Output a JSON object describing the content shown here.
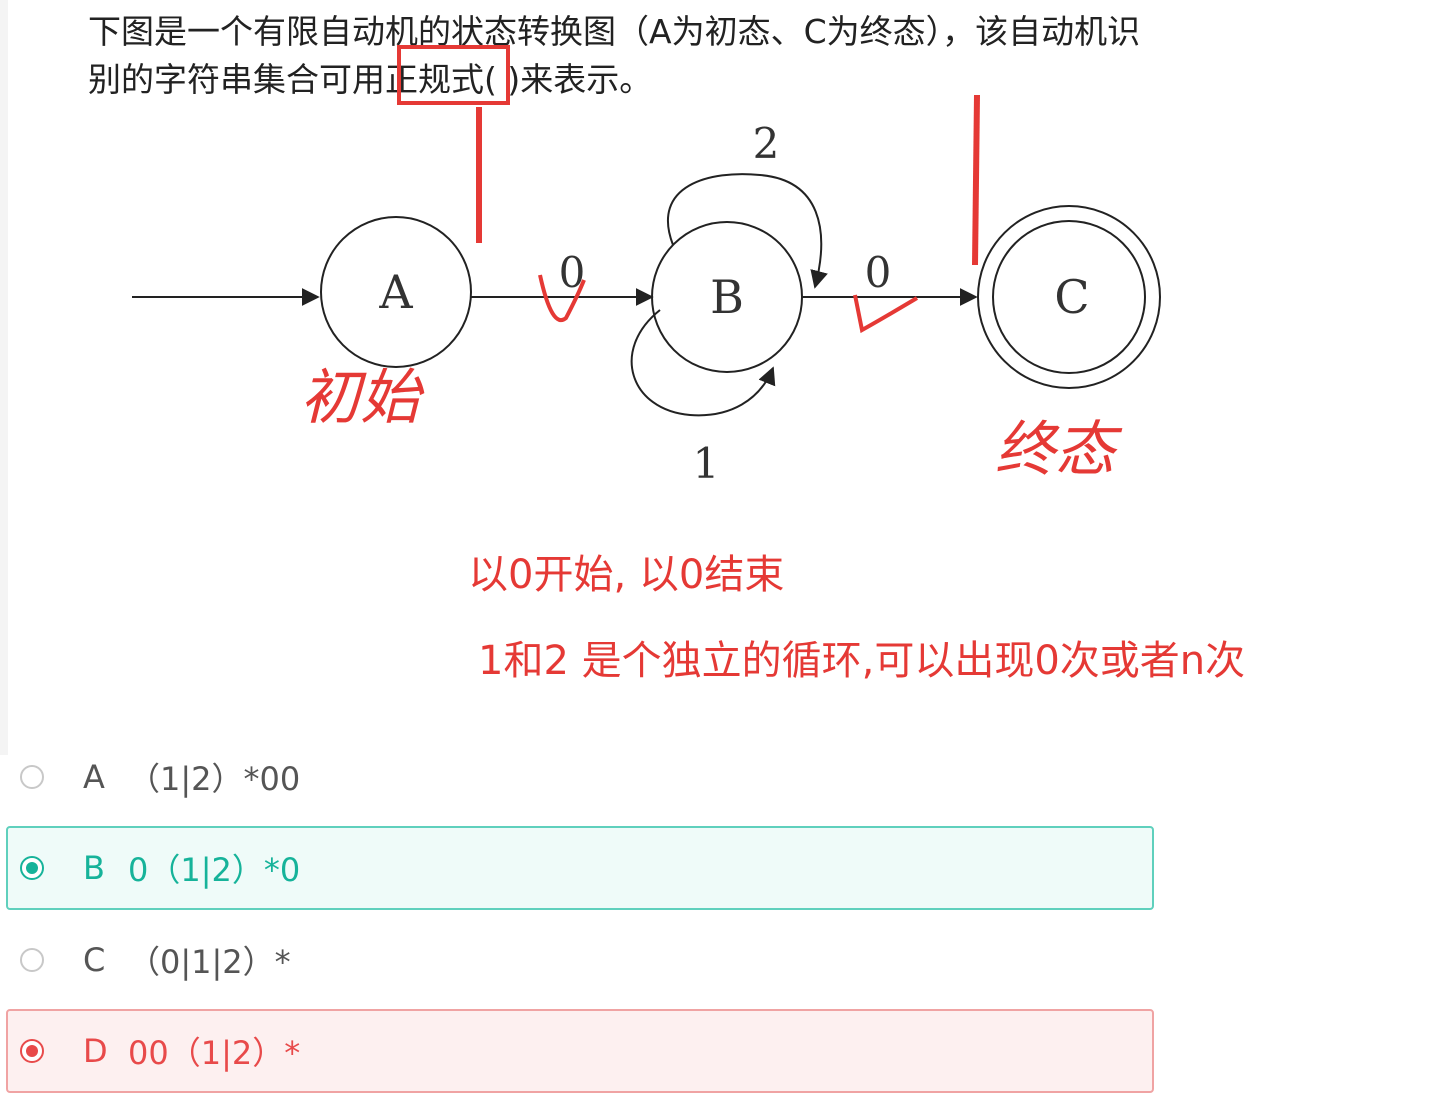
{
  "question": {
    "line1": "下图是一个有限自动机的状态转换图（A为初态、C为终态），该自动机识",
    "line2": "别的字符串集合可用正规式( )来表示。"
  },
  "diagram": {
    "states": [
      "A",
      "B",
      "C"
    ],
    "edge_labels": {
      "a_to_b": "0",
      "b_to_c": "0",
      "b_loop_top": "2",
      "b_loop_bottom": "1"
    },
    "handwriting": {
      "initial": "初始",
      "final": "终态"
    }
  },
  "notes": {
    "line1": "以0开始, 以0结束",
    "line2": "1和2 是个独立的循环,可以出现0次或者n次"
  },
  "options": [
    {
      "letter": "A",
      "text": "（1|2）*00",
      "state": "unselected"
    },
    {
      "letter": "B",
      "text": "0（1|2）*0",
      "state": "correct"
    },
    {
      "letter": "C",
      "text": "（0|1|2）*",
      "state": "unselected"
    },
    {
      "letter": "D",
      "text": "00（1|2）*",
      "state": "wrong"
    }
  ],
  "colors": {
    "correct": "#16b39a",
    "wrong": "#e84a4a",
    "annotation": "#e53935"
  }
}
